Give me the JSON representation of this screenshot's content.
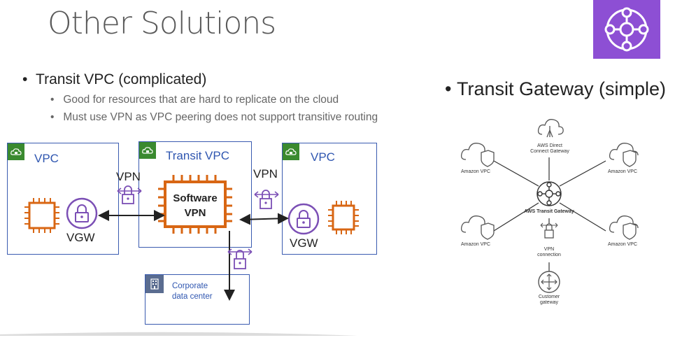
{
  "slide": {
    "title": "Other Solutions",
    "transit_vpc": {
      "bullet": "Transit VPC (complicated)",
      "sub_bullets": [
        "Good for resources that are hard to replicate on the cloud",
        "Must use VPN as VPC peering does not support transitive routing"
      ]
    },
    "transit_gateway": {
      "bullet": "Transit Gateway (simple)"
    }
  },
  "left_diagram": {
    "vpc_left": "VPC",
    "vpc_center": "Transit VPC",
    "vpc_right": "VPC",
    "vpn_left": "VPN",
    "vpn_right": "VPN",
    "vgw_left": "VGW",
    "vgw_right": "VGW",
    "software_vpn_line1": "Software",
    "software_vpn_line2": "VPN",
    "corporate_line1": "Corporate",
    "corporate_line2": "data center"
  },
  "right_diagram": {
    "amazon_vpc_tl": "Amazon VPC",
    "amazon_vpc_tr": "Amazon VPC",
    "amazon_vpc_bl": "Amazon VPC",
    "amazon_vpc_br": "Amazon VPC",
    "direct_connect_line1": "AWS Direct",
    "direct_connect_line2": "Connect Gateway",
    "transit_gateway": "AWS Transit Gateway",
    "vpn_line1": "VPN",
    "vpn_line2": "connection",
    "customer_line1": "Customer",
    "customer_line2": "gateway"
  },
  "colors": {
    "vpc_border": "#3a5bb0",
    "vpc_tag": "#3a8a2f",
    "chip_orange": "#d86613",
    "vgw_purple": "#7b4fb5",
    "badge_purple": "#8d4fd4"
  }
}
